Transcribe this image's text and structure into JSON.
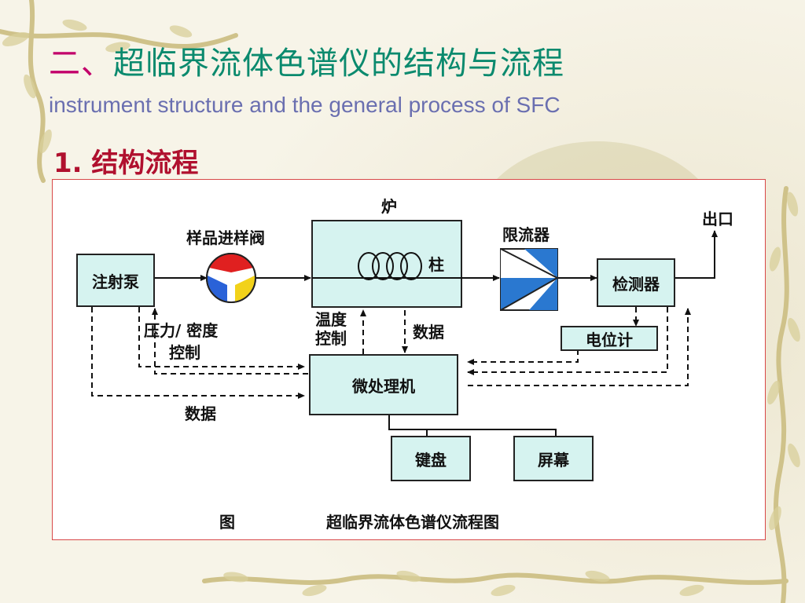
{
  "slide": {
    "title_prefix": "二、",
    "title": "超临界流体色谱仪的结构与流程",
    "subtitle": "instrument  structure and the general  process  of SFC",
    "section_title": "1. 结构流程"
  },
  "diagram": {
    "nodes": {
      "pump": "注射泵",
      "injector": "样品进样阀",
      "oven": "炉",
      "column": "柱",
      "restrictor": "限流器",
      "detector": "检测器",
      "outlet": "出口",
      "potentiometer": "电位计",
      "microprocessor": "微处理机",
      "keyboard": "键盘",
      "screen": "屏幕"
    },
    "edge_labels": {
      "pressure_density": "压力/ 密度",
      "control": "控制",
      "temp": "温度",
      "temp_control": "控制",
      "data_oven": "数据",
      "data_pump": "数据"
    },
    "caption_prefix": "图",
    "caption": "超临界流体色谱仪流程图"
  },
  "colors": {
    "title_green": "#0b8a6e",
    "title_magenta": "#c2006a",
    "subtitle_blue": "#6a6fb0",
    "section_red": "#b0102e",
    "box_fill": "#d6f3f0",
    "valve_red": "#e02020",
    "valve_blue": "#2a62d8",
    "valve_yellow": "#f2d21a",
    "restrictor_blue": "#2a78d0"
  }
}
